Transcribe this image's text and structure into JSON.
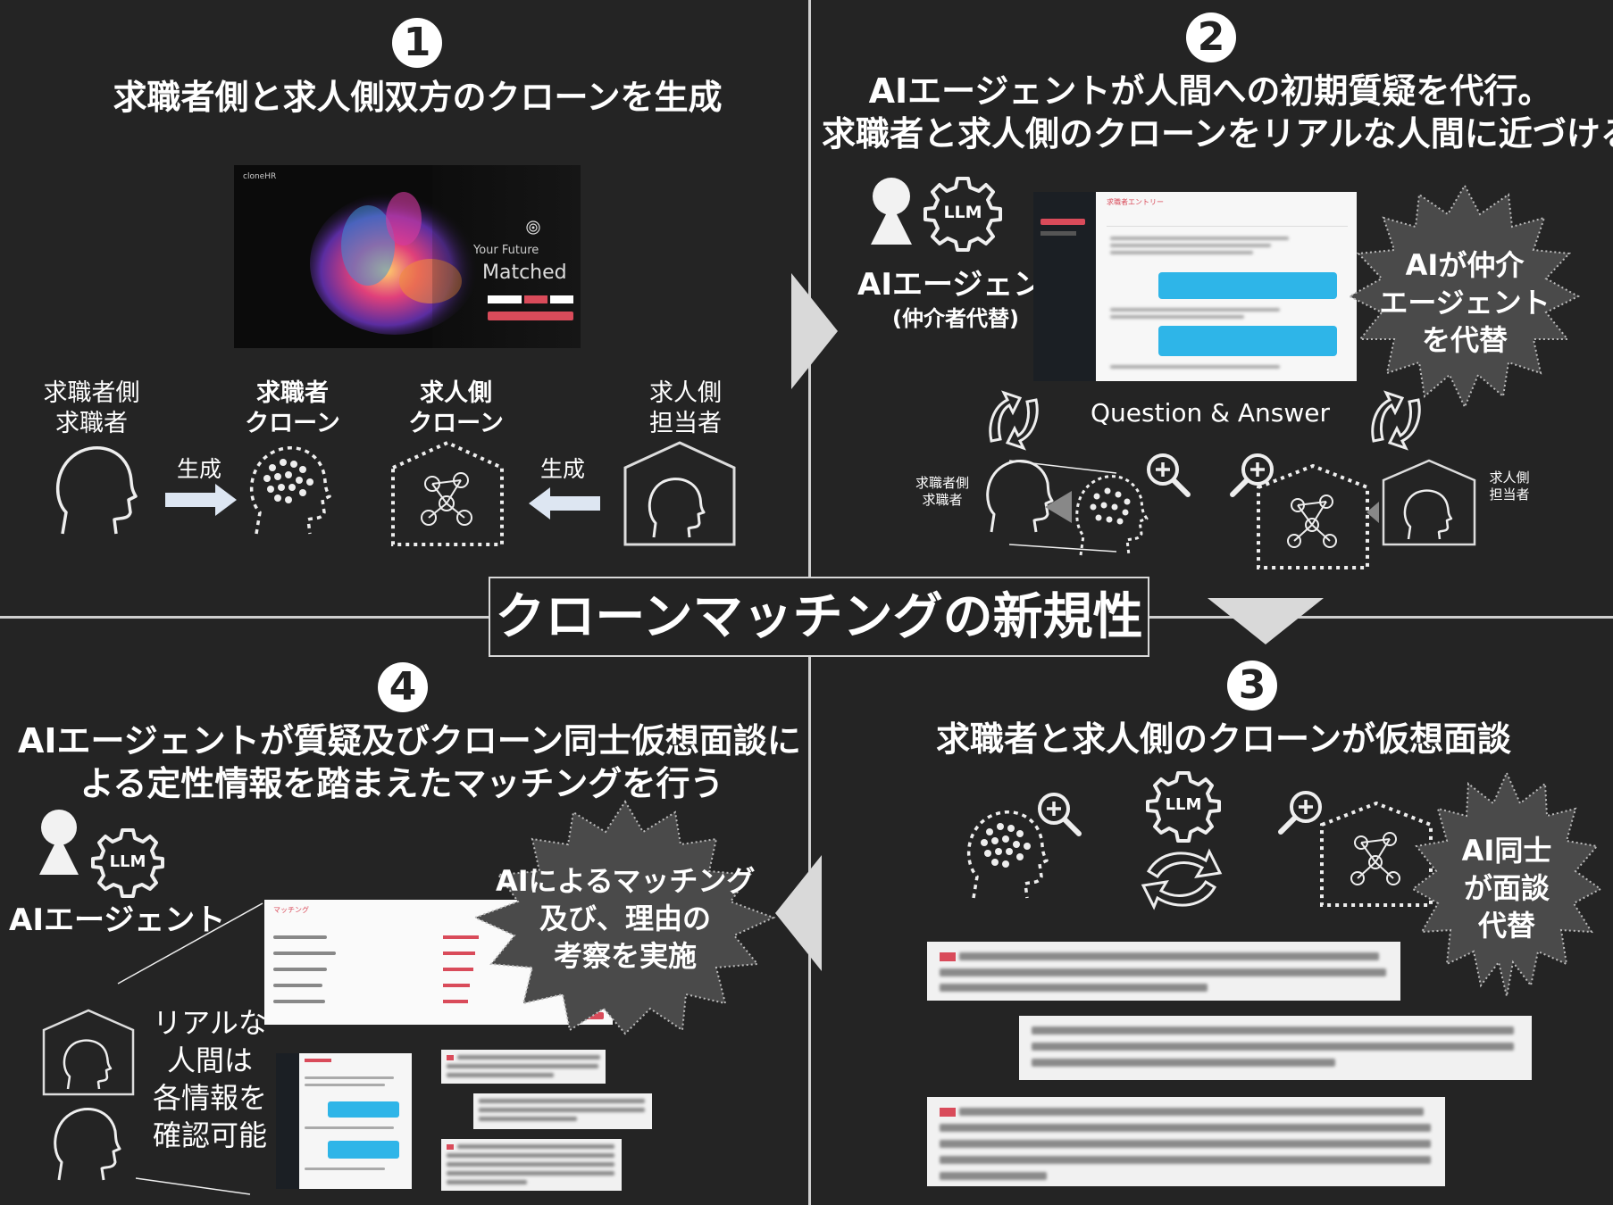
{
  "center_title": "クローンマッチングの新規性",
  "steps": [
    {
      "number": "1",
      "title": "求職者側と求人側双方のクローンを生成"
    },
    {
      "number": "2",
      "title_line1": "AIエージェントが人間への初期質疑を代行。",
      "title_line2": "求職者と求人側のクローンをリアルな人間に近づける"
    },
    {
      "number": "3",
      "title": "求職者と求人側のクローンが仮想面談"
    },
    {
      "number": "4",
      "title_line1": "AIエージェントが質疑及びクローン同士仮想面談に",
      "title_line2": "よる定性情報を踏まえたマッチングを行う"
    }
  ],
  "panel1": {
    "app_logo_text": "cloneHR",
    "hero_line1": "Your Future",
    "hero_line2": "Matched",
    "seeker_side_line1": "求職者側",
    "seeker_side_line2": "求職者",
    "seeker_clone_line1": "求職者",
    "seeker_clone_line2": "クローン",
    "company_clone_line1": "求人側",
    "company_clone_line2": "クローン",
    "company_side_line1": "求人側",
    "company_side_line2": "担当者",
    "generate_left": "生成",
    "generate_right": "生成"
  },
  "panel2": {
    "llm_badge": "LLM",
    "agent_label": "AIエージェント",
    "agent_sub": "(仲介者代替)",
    "qa_label": "Question & Answer",
    "seeker_small_line1": "求職者側",
    "seeker_small_line2": "求職者",
    "company_small_line1": "求人側",
    "company_small_line2": "担当者",
    "burst_line1": "AIが仲介",
    "burst_line2": "エージェント",
    "burst_line3": "を代替",
    "screen_header": "求職者エントリー"
  },
  "panel3": {
    "llm_badge": "LLM",
    "burst_line1": "AI同士",
    "burst_line2": "が面談",
    "burst_line3": "代替"
  },
  "panel4": {
    "llm_badge": "LLM",
    "agent_label": "AIエージェント",
    "burst_line1": "AIによるマッチング",
    "burst_line2": "及び、理由の",
    "burst_line3": "考察を実施",
    "real_line1": "リアルな",
    "real_line2": "人間は",
    "real_line3": "各情報を",
    "real_line4": "確認可能",
    "screen_header": "マッチング"
  },
  "colors": {
    "background": "#242424",
    "burst_fill": "#4a4a4a",
    "accent_red": "#d94b5a",
    "chat_blue": "#2eb5e8"
  }
}
